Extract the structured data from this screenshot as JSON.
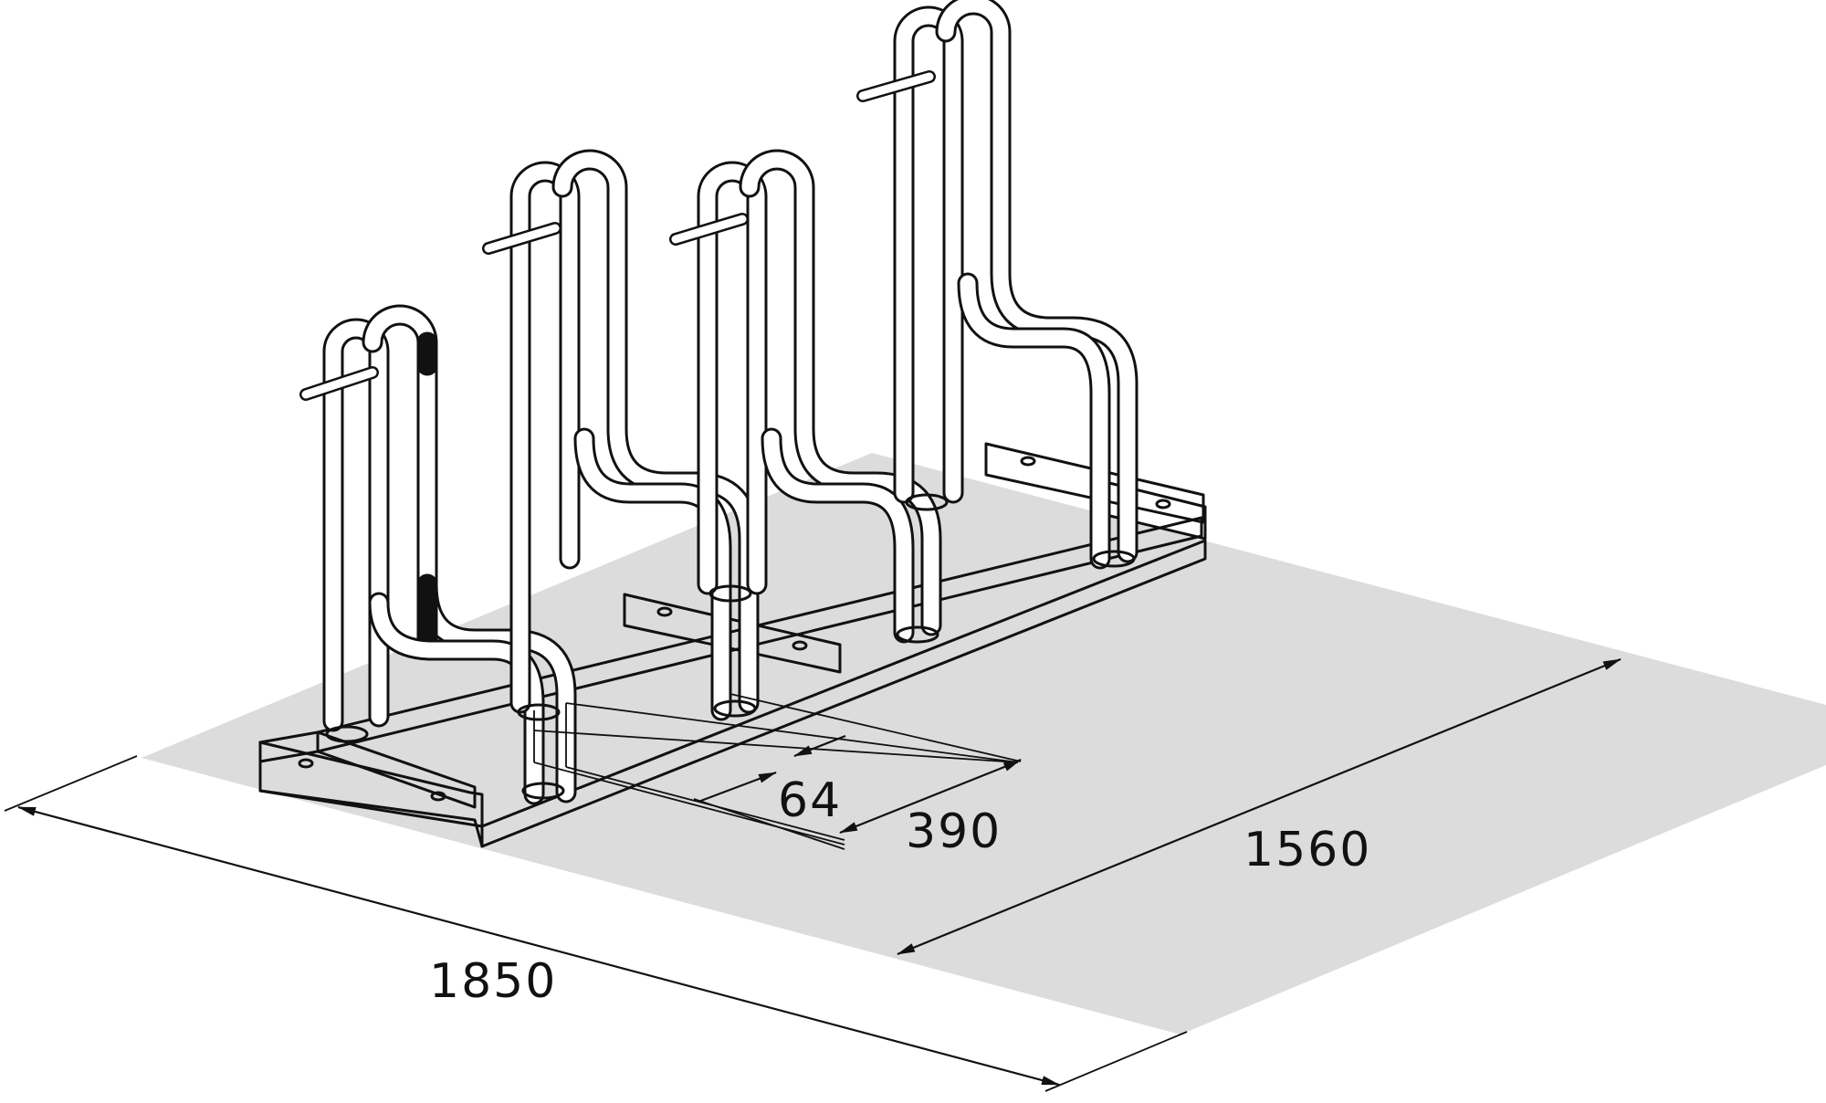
{
  "diagram": {
    "colors": {
      "floor": "#dcdcdc",
      "line": "#111111",
      "background": "#ffffff"
    },
    "dimensions": {
      "overall_length": "1850",
      "overall_depth": "1560",
      "spacing": "390",
      "tube": "64"
    }
  }
}
